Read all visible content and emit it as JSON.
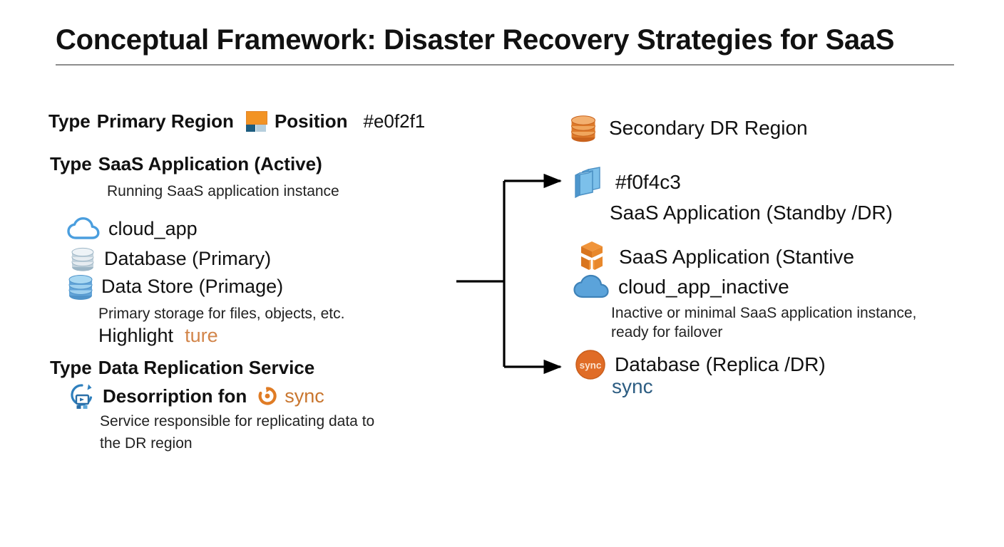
{
  "title": "Conceptual Framework: Disaster Recovery Strategies for SaaS",
  "left_column": {
    "primary_region": {
      "type_label": "Type",
      "name": "Primary Region",
      "legend_icon": "position-swatch-icon",
      "position_label": "Position",
      "color_value": "#e0f2f1"
    },
    "saas_active": {
      "type_label": "Type",
      "name": "SaaS Application (Active)",
      "description": "Running SaaS application instance"
    },
    "items": [
      {
        "icon": "cloud-outline-icon",
        "label": "cloud_app"
      },
      {
        "icon": "database-gray-icon",
        "label": "Database (Primary)"
      },
      {
        "icon": "database-blue-icon",
        "label": "Data Store (Primage)"
      }
    ],
    "data_store_note": "Primary storage for files, objects, etc.",
    "highlight_label": "Highlight",
    "highlight_value": "ture",
    "replication": {
      "type_label": "Type",
      "name": "Data Replication Service",
      "icon": "migration-blue-icon",
      "description_label": "Desorription fon",
      "sync_icon": "sync-orange-icon",
      "sync_label": "sync",
      "description_line1": "Service responsible for replicating data to",
      "description_line2": "the DR region"
    }
  },
  "right_column": {
    "secondary_region": {
      "icon": "database-orange-icon",
      "label": "Secondary DR Region"
    },
    "standby": {
      "icon": "server-blue-icon",
      "color_value": "#f0f4c3",
      "label": "SaaS Application (Standby /DR)"
    },
    "inactive": {
      "cube_icon": "cube-orange-icon",
      "cube_label": "SaaS Application (Stantive",
      "cloud_icon": "cloud-filled-blue-icon",
      "cloud_label": "cloud_app_inactive",
      "description_line1": "Inactive or minimal SaaS application instance,",
      "description_line2": "ready for failover"
    },
    "replica": {
      "icon": "sync-badge-icon",
      "label": "Database (Replica /DR)",
      "sync_label": "sync"
    }
  },
  "connector": {
    "name": "branching-arrow-connector",
    "branches": 2
  },
  "colors": {
    "orange": "#f29324",
    "dark_blue": "#1d5d80",
    "light_blue": "#b6cfdd",
    "accent_highlight": "#d2854a",
    "sync_orange": "#c9762f",
    "sync_blue": "#2d5d82",
    "rule": "#8d8d8d"
  }
}
